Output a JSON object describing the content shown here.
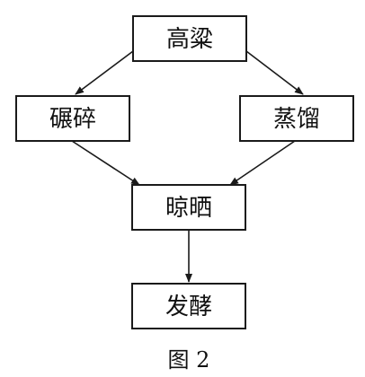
{
  "nodes": {
    "sorghum": "高粱",
    "crush": "碾碎",
    "steam": "蒸馏",
    "dry": "晾晒",
    "ferment": "发酵"
  },
  "caption": "图 2"
}
